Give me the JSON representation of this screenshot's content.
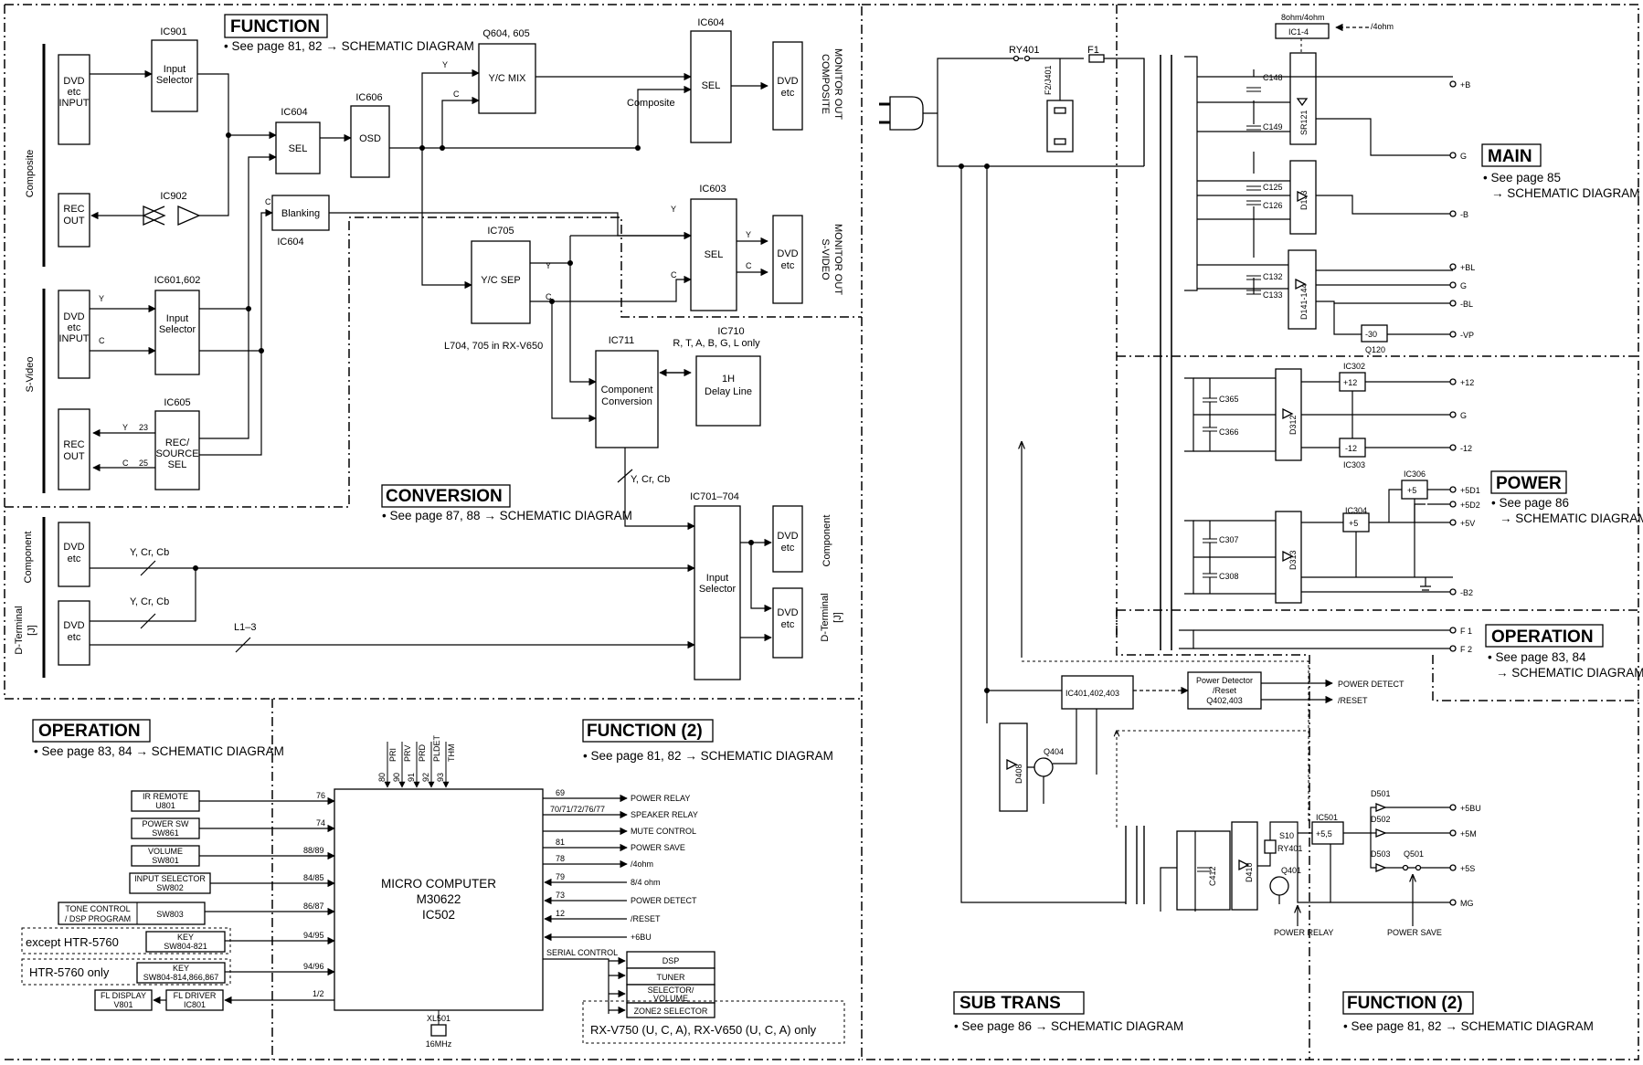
{
  "headings": {
    "function": "FUNCTION",
    "function_ref": "• See page 81, 82 → SCHEMATIC DIAGRAM",
    "conversion": "CONVERSION",
    "conversion_ref": "• See page 87, 88 → SCHEMATIC DIAGRAM",
    "operation": "OPERATION",
    "operation_ref": "• See page 83, 84 → SCHEMATIC DIAGRAM",
    "function2": "FUNCTION (2)",
    "function2_ref": "• See page 81, 82 → SCHEMATIC DIAGRAM",
    "main": "MAIN",
    "main_ref1": "• See page 85",
    "main_ref2": "→ SCHEMATIC DIAGRAM",
    "power": "POWER",
    "power_ref1": "• See page 86",
    "power_ref2": "→ SCHEMATIC DIAGRAM",
    "operation_r": "OPERATION",
    "operation_r_ref1": "• See page 83, 84",
    "operation_r_ref2": "→ SCHEMATIC DIAGRAM",
    "subtrans": "SUB TRANS",
    "subtrans_ref": "• See page 86 → SCHEMATIC DIAGRAM",
    "function2_r": "FUNCTION (2)",
    "function2_r_ref": "• See page 81, 82 → SCHEMATIC DIAGRAM"
  },
  "video": {
    "composite": "Composite",
    "svideo": "S-Video",
    "component_side": "Component",
    "dterminal_side1": "D-Terminal",
    "dterminal_side2": "[J]",
    "dvd": "DVD",
    "etc": "etc",
    "input": "INPUT",
    "rec": "REC",
    "out": "OUT",
    "ic901": "IC901",
    "input_w": "Input",
    "selector_w": "Selector",
    "ic902": "IC902",
    "ic604": "IC604",
    "sel": "SEL",
    "blanking": "Blanking",
    "ic606": "IC606",
    "osd": "OSD",
    "q604": "Q604, 605",
    "ycmix": "Y/C MIX",
    "ic603": "IC603",
    "composite_lbl": "Composite",
    "composite_out1": "COMPOSITE",
    "composite_out2": "MONITOR OUT",
    "svideo_out1": "S-VIDEO",
    "svideo_out2": "MONITOR OUT",
    "ic601": "IC601,602",
    "ic605": "IC605",
    "rec_w": "REC/",
    "source_w": "SOURCE",
    "sel_w": "SEL",
    "y": "Y",
    "c": "C",
    "n23": "23",
    "n25": "25",
    "ic705": "IC705",
    "ycsep": "Y/C SEP",
    "l704": "L704, 705 in RX-V650",
    "ic711": "IC711",
    "component_w": "Component",
    "conversion_w": "Conversion",
    "ic710": "IC710",
    "ic710_note": "R, T, A, B, G, L only",
    "delay1": "1H",
    "delay2": "Delay Line",
    "ycrcb": "Y, Cr, Cb",
    "ic701": "IC701–704",
    "l13": "L1–3",
    "component_out": "Component",
    "dterminal_out1": "D-Terminal",
    "dterminal_out2": "[J]"
  },
  "operation": {
    "mcu1": "MICRO COMPUTER",
    "mcu2": "M30622",
    "mcu3": "IC502",
    "ir1": "IR REMOTE",
    "ir2": "U801",
    "pw1": "POWER SW",
    "pw2": "SW861",
    "vol1": "VOLUME",
    "vol2": "SW801",
    "inp1": "INPUT SELECTOR",
    "inp2": "SW802",
    "tone1": "TONE CONTROL",
    "tone2": "/ DSP PROGRAM",
    "sw803": "SW803",
    "except": "except HTR-5760",
    "key": "KEY",
    "key1": "SW804-821",
    "htr": "HTR-5760 only",
    "key2": "SW804-814,866,867",
    "fld1": "FL DISPLAY",
    "fld2": "V801",
    "fldr1": "FL DRIVER",
    "fldr2": "IC801",
    "p76": "76",
    "p74": "74",
    "p8889": "88/89",
    "p8485": "84/85",
    "p8687": "86/87",
    "p9495": "94/95",
    "p9496": "94/96",
    "p12": "1/2",
    "top_pins": [
      "80",
      "90",
      "91",
      "92",
      "93"
    ],
    "top_sigs": [
      "PRI",
      "PRV",
      "PRD",
      "PLDET",
      "THM"
    ],
    "pin69": "69",
    "pin7078": "70/71/72/76/77",
    "pin81": "81",
    "pin78": "78",
    "pin79": "79",
    "pin73": "73",
    "pin12": "12",
    "sig_power_relay": "POWER RELAY",
    "sig_speaker_relay": "SPEAKER RELAY",
    "sig_mute": "MUTE CONTROL",
    "sig_power_save": "POWER SAVE",
    "sig_4ohm": "/4ohm",
    "sig_84ohm": "8/4 ohm",
    "sig_power_detect": "POWER DETECT",
    "sig_reset": "/RESET",
    "sig_6bu": "+6BU",
    "serial": "SERIAL CONTROL",
    "dsp": "DSP",
    "tuner": "TUNER",
    "selvol1": "SELECTOR/",
    "selvol2": "VOLUME",
    "zone2": "ZONE2 SELECTOR",
    "rx_note": "RX-V750 (U, C, A), RX-V650 (U, C, A) only",
    "xl1": "XL501",
    "xl2": "16MHz"
  },
  "power": {
    "ry401": "RY401",
    "f1": "F1",
    "f2": "F2/J401",
    "ic14_1": "8ohm/4ohm",
    "ic14_2": "IC1-4",
    "ohm4": "/4ohm",
    "c148": "C148",
    "c149": "C149",
    "sr121": "SR121",
    "c125": "C125",
    "c126": "C126",
    "d133": "D133",
    "c132": "C132",
    "c133": "C133",
    "d141": "D141-144",
    "q120": "Q120",
    "m30": "-30",
    "out_p8": "+B",
    "out_g": "G",
    "out_m8": "-B",
    "out_pbl": "+BL",
    "out_g2": "G",
    "out_mbl": "-BL",
    "out_vp": "-VP",
    "c365": "C365",
    "c366": "C366",
    "d312": "D312",
    "ic302": "IC302",
    "ic303": "IC303",
    "p12": "+12",
    "m12": "-12",
    "out_p12": "+12",
    "out_g3": "G",
    "out_m12": "-12",
    "c307": "C307",
    "c308": "C308",
    "d313": "D313",
    "ic304": "IC304",
    "ic306": "IC306",
    "p5": "+5",
    "p5b": "+5",
    "out_5d1": "+5D1",
    "out_5d2": "+5D2",
    "out_5v": "+5V",
    "out_b2": "-B2",
    "f1o": "F 1",
    "f2o": "F 2",
    "ic401": "IC401,402,403",
    "pd1": "Power Detector",
    "pd2": "/Reset",
    "pd3": "Q402,403",
    "sig_pd": "POWER DETECT",
    "sig_reset": "/RESET",
    "d408": "D408",
    "q404": "Q404",
    "c412": "C412",
    "d410": "D410",
    "s10": "S10",
    "ry401b": "RY401",
    "q401": "Q401",
    "ic501": "IC501",
    "p55": "+5,5",
    "d501": "D501",
    "d502": "D502",
    "d503": "D503",
    "q501": "Q501",
    "out_5bu": "+5BU",
    "out_5m": "+5M",
    "out_5s": "+5S",
    "out_mg": "MG",
    "power_relay": "POWER RELAY",
    "power_save": "POWER SAVE"
  }
}
